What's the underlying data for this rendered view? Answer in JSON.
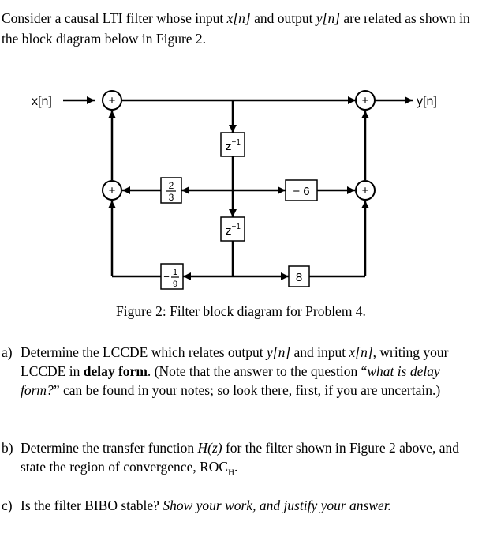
{
  "intro": {
    "p1": "Consider a causal LTI filter whose input ",
    "xn": "x[n]",
    "p2": " and output ",
    "yn": "y[n]",
    "p3": " are related as shown in the block diagram below in Figure 2."
  },
  "diagram": {
    "input_label": "x[n]",
    "output_label": "y[n]",
    "adder_symbol": "+",
    "delay_base": "z",
    "delay_exp": "−1",
    "gain_two_thirds_num": "2",
    "gain_two_thirds_den": "3",
    "gain_neg6": "− 6",
    "gain_neg_ninth_sign": "−",
    "gain_neg_ninth_num": "1",
    "gain_neg_ninth_den": "9",
    "gain_8": "8"
  },
  "caption": "Figure 2: Filter block diagram for Problem 4.",
  "questions": {
    "a": {
      "tag": "a)",
      "t1": "Determine the LCCDE which relates output ",
      "yn": "y[n]",
      "t2": " and input ",
      "xn": "x[n]",
      "t3": ", writing your LCCDE in ",
      "bold": "delay form",
      "t4": ". (Note that the answer to the question “",
      "ital": "what is delay form?",
      "t5": "” can be found in your notes; so look there, first, if you are uncertain.)"
    },
    "b": {
      "tag": "b)",
      "t1": "Determine the transfer function ",
      "hz": "H(z)",
      "t2": " for the filter shown in Figure 2 above, and state the region of convergence, ROC",
      "sub": "H",
      "t3": "."
    },
    "c": {
      "tag": "c)",
      "t1": "Is the filter BIBO stable? ",
      "ital": "Show your work, and justify your answer."
    }
  }
}
